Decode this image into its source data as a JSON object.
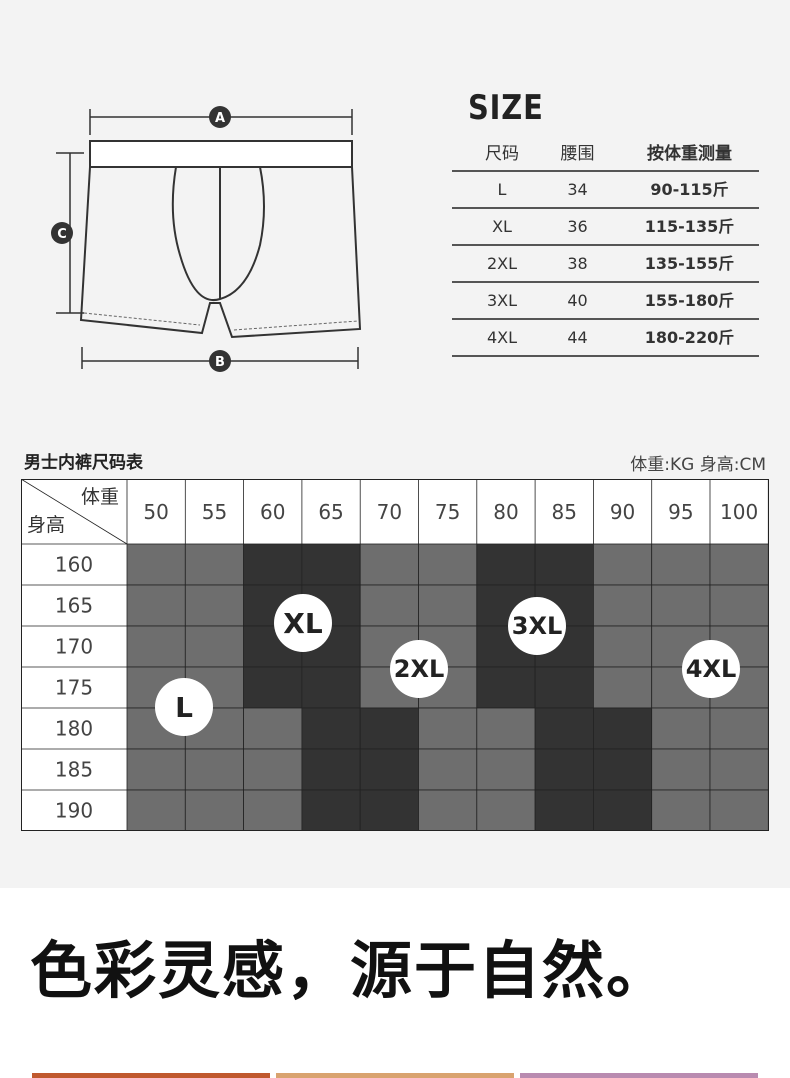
{
  "diagram": {
    "labels": {
      "a": "A",
      "b": "B",
      "c": "C"
    }
  },
  "size_table": {
    "title": "SIZE",
    "headers": [
      "尺码",
      "腰围",
      "按体重测量"
    ],
    "rows": [
      [
        "L",
        "34",
        "90-115斤"
      ],
      [
        "XL",
        "36",
        "115-135斤"
      ],
      [
        "2XL",
        "38",
        "135-155斤"
      ],
      [
        "3XL",
        "40",
        "155-180斤"
      ],
      [
        "4XL",
        "44",
        "180-220斤"
      ]
    ]
  },
  "grid": {
    "title": "男士内裤尺码表",
    "units": "体重:KG  身高:CM",
    "corner_top": "体重",
    "corner_bottom": "身高",
    "weights": [
      "50",
      "55",
      "60",
      "65",
      "70",
      "75",
      "80",
      "85",
      "90",
      "95",
      "100"
    ],
    "heights": [
      "160",
      "165",
      "170",
      "175",
      "180",
      "185",
      "190"
    ],
    "cells": [
      [
        "L",
        "L",
        "XL",
        "XL",
        "2XL",
        "2XL",
        "3XL",
        "3XL",
        "4XL",
        "4XL",
        "4XL"
      ],
      [
        "L",
        "L",
        "XL",
        "XL",
        "2XL",
        "2XL",
        "3XL",
        "3XL",
        "4XL",
        "4XL",
        "4XL"
      ],
      [
        "L",
        "L",
        "XL",
        "XL",
        "2XL",
        "2XL",
        "3XL",
        "3XL",
        "4XL",
        "4XL",
        "4XL"
      ],
      [
        "L",
        "L",
        "XL",
        "XL",
        "2XL",
        "2XL",
        "3XL",
        "3XL",
        "4XL",
        "4XL",
        "4XL"
      ],
      [
        "L",
        "L",
        "2XL",
        "XL",
        "XL",
        "2XL",
        "2XL",
        "3XL",
        "3XL",
        "4XL",
        "4XL"
      ],
      [
        "L",
        "L",
        "2XL",
        "XL",
        "XL",
        "2XL",
        "2XL",
        "3XL",
        "3XL",
        "4XL",
        "4XL"
      ],
      [
        "L",
        "L",
        "2XL",
        "XL",
        "XL",
        "2XL",
        "2XL",
        "3XL",
        "3XL",
        "4XL",
        "4XL"
      ]
    ],
    "badges": [
      "L",
      "XL",
      "2XL",
      "3XL",
      "4XL"
    ],
    "colors": {
      "light": "#6e6e6e",
      "dark": "#333333",
      "header_bg": "#ffffff",
      "badge_bg": "#ffffff"
    }
  },
  "slogan": "色彩灵感，源于自然。",
  "strip_colors": [
    "#c0592e",
    "#d9a36f",
    "#b98bb0"
  ]
}
